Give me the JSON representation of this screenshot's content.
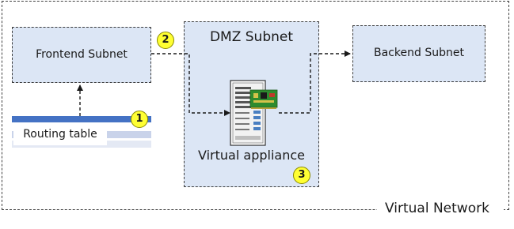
{
  "diagram": {
    "virtual_network": {
      "label": "Virtual Network"
    },
    "subnets": {
      "frontend": "Frontend Subnet",
      "dmz": "DMZ Subnet",
      "backend": "Backend Subnet"
    },
    "appliance": {
      "label": "Virtual appliance",
      "icon": "server-with-network-card-icon"
    },
    "routing_table": {
      "label": "Routing table"
    },
    "badges": [
      "1",
      "2",
      "3"
    ],
    "colors": {
      "subnet_fill": "#dce6f5",
      "badge_fill": "#ffff33",
      "routing_header": "#4472c4"
    }
  }
}
